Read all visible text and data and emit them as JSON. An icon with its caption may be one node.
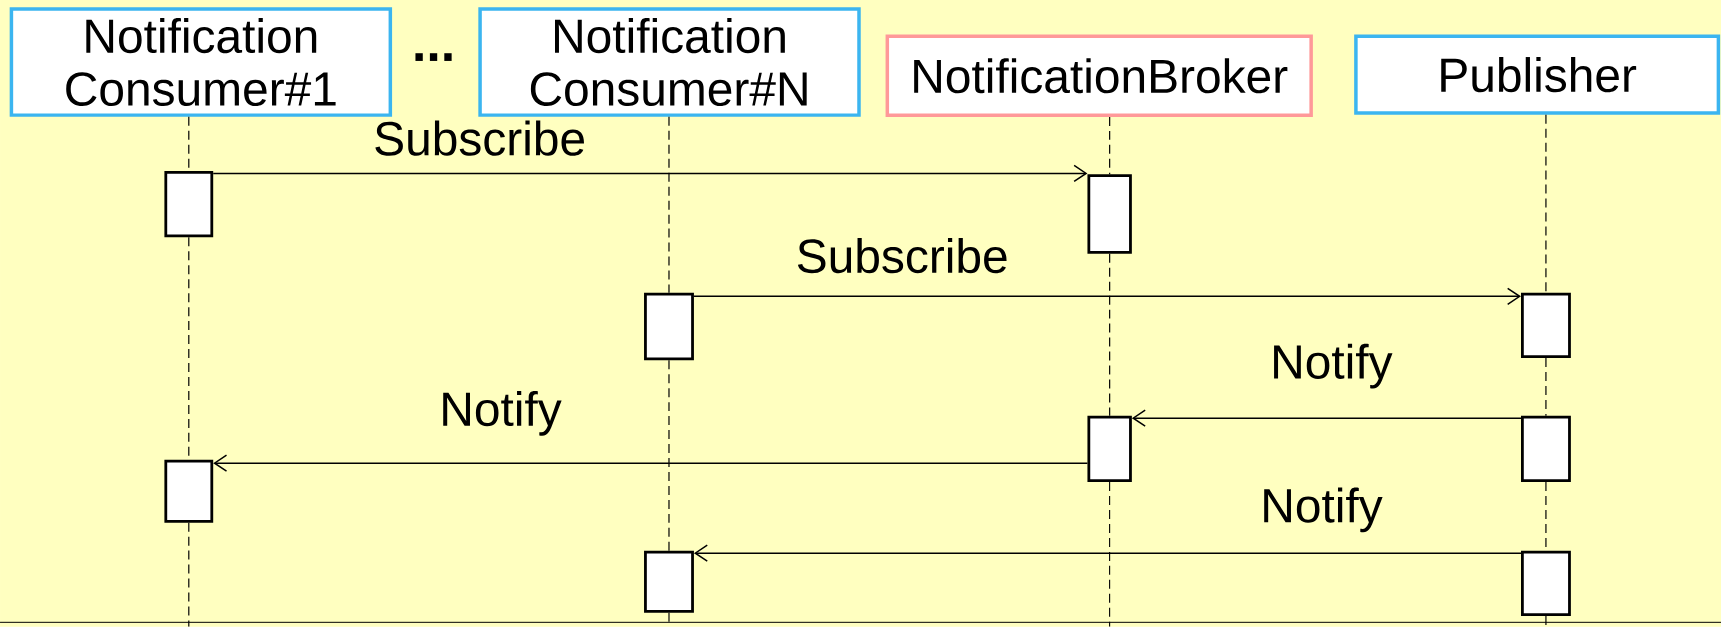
{
  "diagram": {
    "nodes": [
      {
        "text": [
          "Notification Consumer#1"
        ]
      },
      {
        "text": [
          "Notification Consumer#N"
        ]
      },
      {
        "text": [
          "NotificationBroker"
        ]
      },
      {
        "text": [
          "Publisher"
        ]
      },
      {
        "text": [],
        "shape": "box"
      },
      {
        "text": [],
        "shape": "box"
      },
      {
        "text": [],
        "shape": "box"
      },
      {
        "text": [],
        "shape": "box"
      },
      {
        "text": [],
        "shape": "box"
      },
      {
        "text": [],
        "shape": "box"
      },
      {
        "text": [],
        "shape": "box"
      },
      {
        "text": [],
        "shape": "box"
      },
      {
        "text": [],
        "shape": "box"
      }
    ],
    "edges": [
      {
        "from": 0,
        "to": 4,
        "arrow": "none",
        "style": "dashed"
      },
      {
        "from": 4,
        "to": 10,
        "arrow": "none",
        "style": "dashed"
      },
      {
        "from": 10,
        "to": null,
        "arrow": "none",
        "style": "dashed"
      },
      {
        "from": 1,
        "to": 6,
        "arrow": "none",
        "style": "dashed"
      },
      {
        "from": 6,
        "to": 11,
        "arrow": "none",
        "style": "dashed"
      },
      {
        "from": 11,
        "to": null,
        "arrow": "none",
        "style": "dashed"
      },
      {
        "from": 2,
        "to": 5,
        "arrow": "none",
        "style": "dashed"
      },
      {
        "from": 5,
        "to": 8,
        "arrow": "none",
        "style": "dashed"
      },
      {
        "from": 8,
        "to": null,
        "arrow": "none",
        "style": "dashed"
      },
      {
        "from": 3,
        "to": 7,
        "arrow": "none",
        "style": "dashed"
      },
      {
        "from": 7,
        "to": 9,
        "arrow": "none",
        "style": "dashed"
      },
      {
        "from": 9,
        "to": 12,
        "arrow": "none",
        "style": "dashed"
      },
      {
        "from": 12,
        "to": null,
        "arrow": "none",
        "style": "dashed"
      },
      {
        "from": 4,
        "to": 5,
        "arrow": "to",
        "label": "Subscribe"
      },
      {
        "from": 6,
        "to": 7,
        "arrow": "to",
        "label": "Subscribe"
      },
      {
        "from": 9,
        "to": 8,
        "arrow": "to",
        "label": "Notify"
      },
      {
        "from": 8,
        "to": 10,
        "arrow": "to",
        "label": "Notify"
      },
      {
        "from": 12,
        "to": 11,
        "arrow": "to",
        "label": "Notify"
      }
    ],
    "labels": [
      "..."
    ]
  }
}
